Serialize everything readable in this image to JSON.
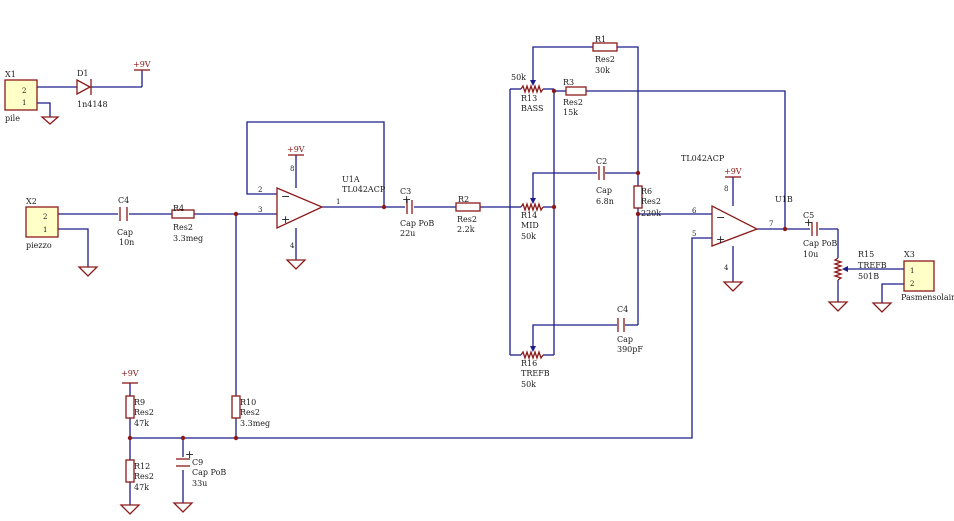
{
  "power": {
    "v9": "+9V"
  },
  "components": {
    "X1": {
      "ref": "X1",
      "name": "pile",
      "pin1": "1",
      "pin2": "2"
    },
    "D1": {
      "ref": "D1",
      "value": "1n4148"
    },
    "X2": {
      "ref": "X2",
      "name": "piezzo",
      "pin1": "1",
      "pin2": "2"
    },
    "C4a": {
      "ref": "C4",
      "type": "Cap",
      "value": "10n"
    },
    "R4": {
      "ref": "R4",
      "type": "Res2",
      "value": "3.3meg"
    },
    "U1A": {
      "ref": "U1A",
      "part": "TL042ACP",
      "pin_inv": "2",
      "pin_non": "3",
      "pin_out": "1",
      "pin_vcc": "8",
      "pin_gnd": "4"
    },
    "C3": {
      "ref": "C3",
      "type": "Cap PoB",
      "value": "22u"
    },
    "R2": {
      "ref": "R2",
      "type": "Res2",
      "value": "2.2k"
    },
    "R13": {
      "ref": "R13",
      "name": "BASS",
      "value": "50k"
    },
    "R1": {
      "ref": "R1",
      "type": "Res2",
      "value": "30k"
    },
    "R3": {
      "ref": "R3",
      "type": "Res2",
      "value": "15k"
    },
    "R14": {
      "ref": "R14",
      "name": "MID",
      "value": "50k"
    },
    "C2": {
      "ref": "C2",
      "type": "Cap",
      "value": "6.8n"
    },
    "R6": {
      "ref": "R6",
      "type": "Res2",
      "value": "220k"
    },
    "U1B": {
      "ref": "U1B",
      "part": "TL042ACP",
      "pin_inv": "6",
      "pin_non": "5",
      "pin_out": "7",
      "pin_vcc": "8",
      "pin_gnd": "4"
    },
    "C5": {
      "ref": "C5",
      "type": "Cap PoB",
      "value": "10u"
    },
    "R15": {
      "ref": "R15",
      "name": "TREFB",
      "value": "501B"
    },
    "X3": {
      "ref": "X3",
      "name": "Pasmensolaine",
      "pin1": "1",
      "pin2": "2"
    },
    "C4b": {
      "ref": "C4",
      "type": "Cap",
      "value": "390pF"
    },
    "R16": {
      "ref": "R16",
      "name": "TREFB",
      "value": "50k"
    },
    "R9": {
      "ref": "R9",
      "type": "Res2",
      "value": "47k"
    },
    "R12": {
      "ref": "R12",
      "type": "Res2",
      "value": "47k"
    },
    "C9": {
      "ref": "C9",
      "type": "Cap PoB",
      "value": "33u"
    },
    "R10": {
      "ref": "R10",
      "type": "Res2",
      "value": "3.3meg"
    }
  },
  "colors": {
    "wire": "#1c1c8a",
    "part": "#8b1a1a",
    "connector_fill": "#ffffc8",
    "background": "#ffffff"
  }
}
